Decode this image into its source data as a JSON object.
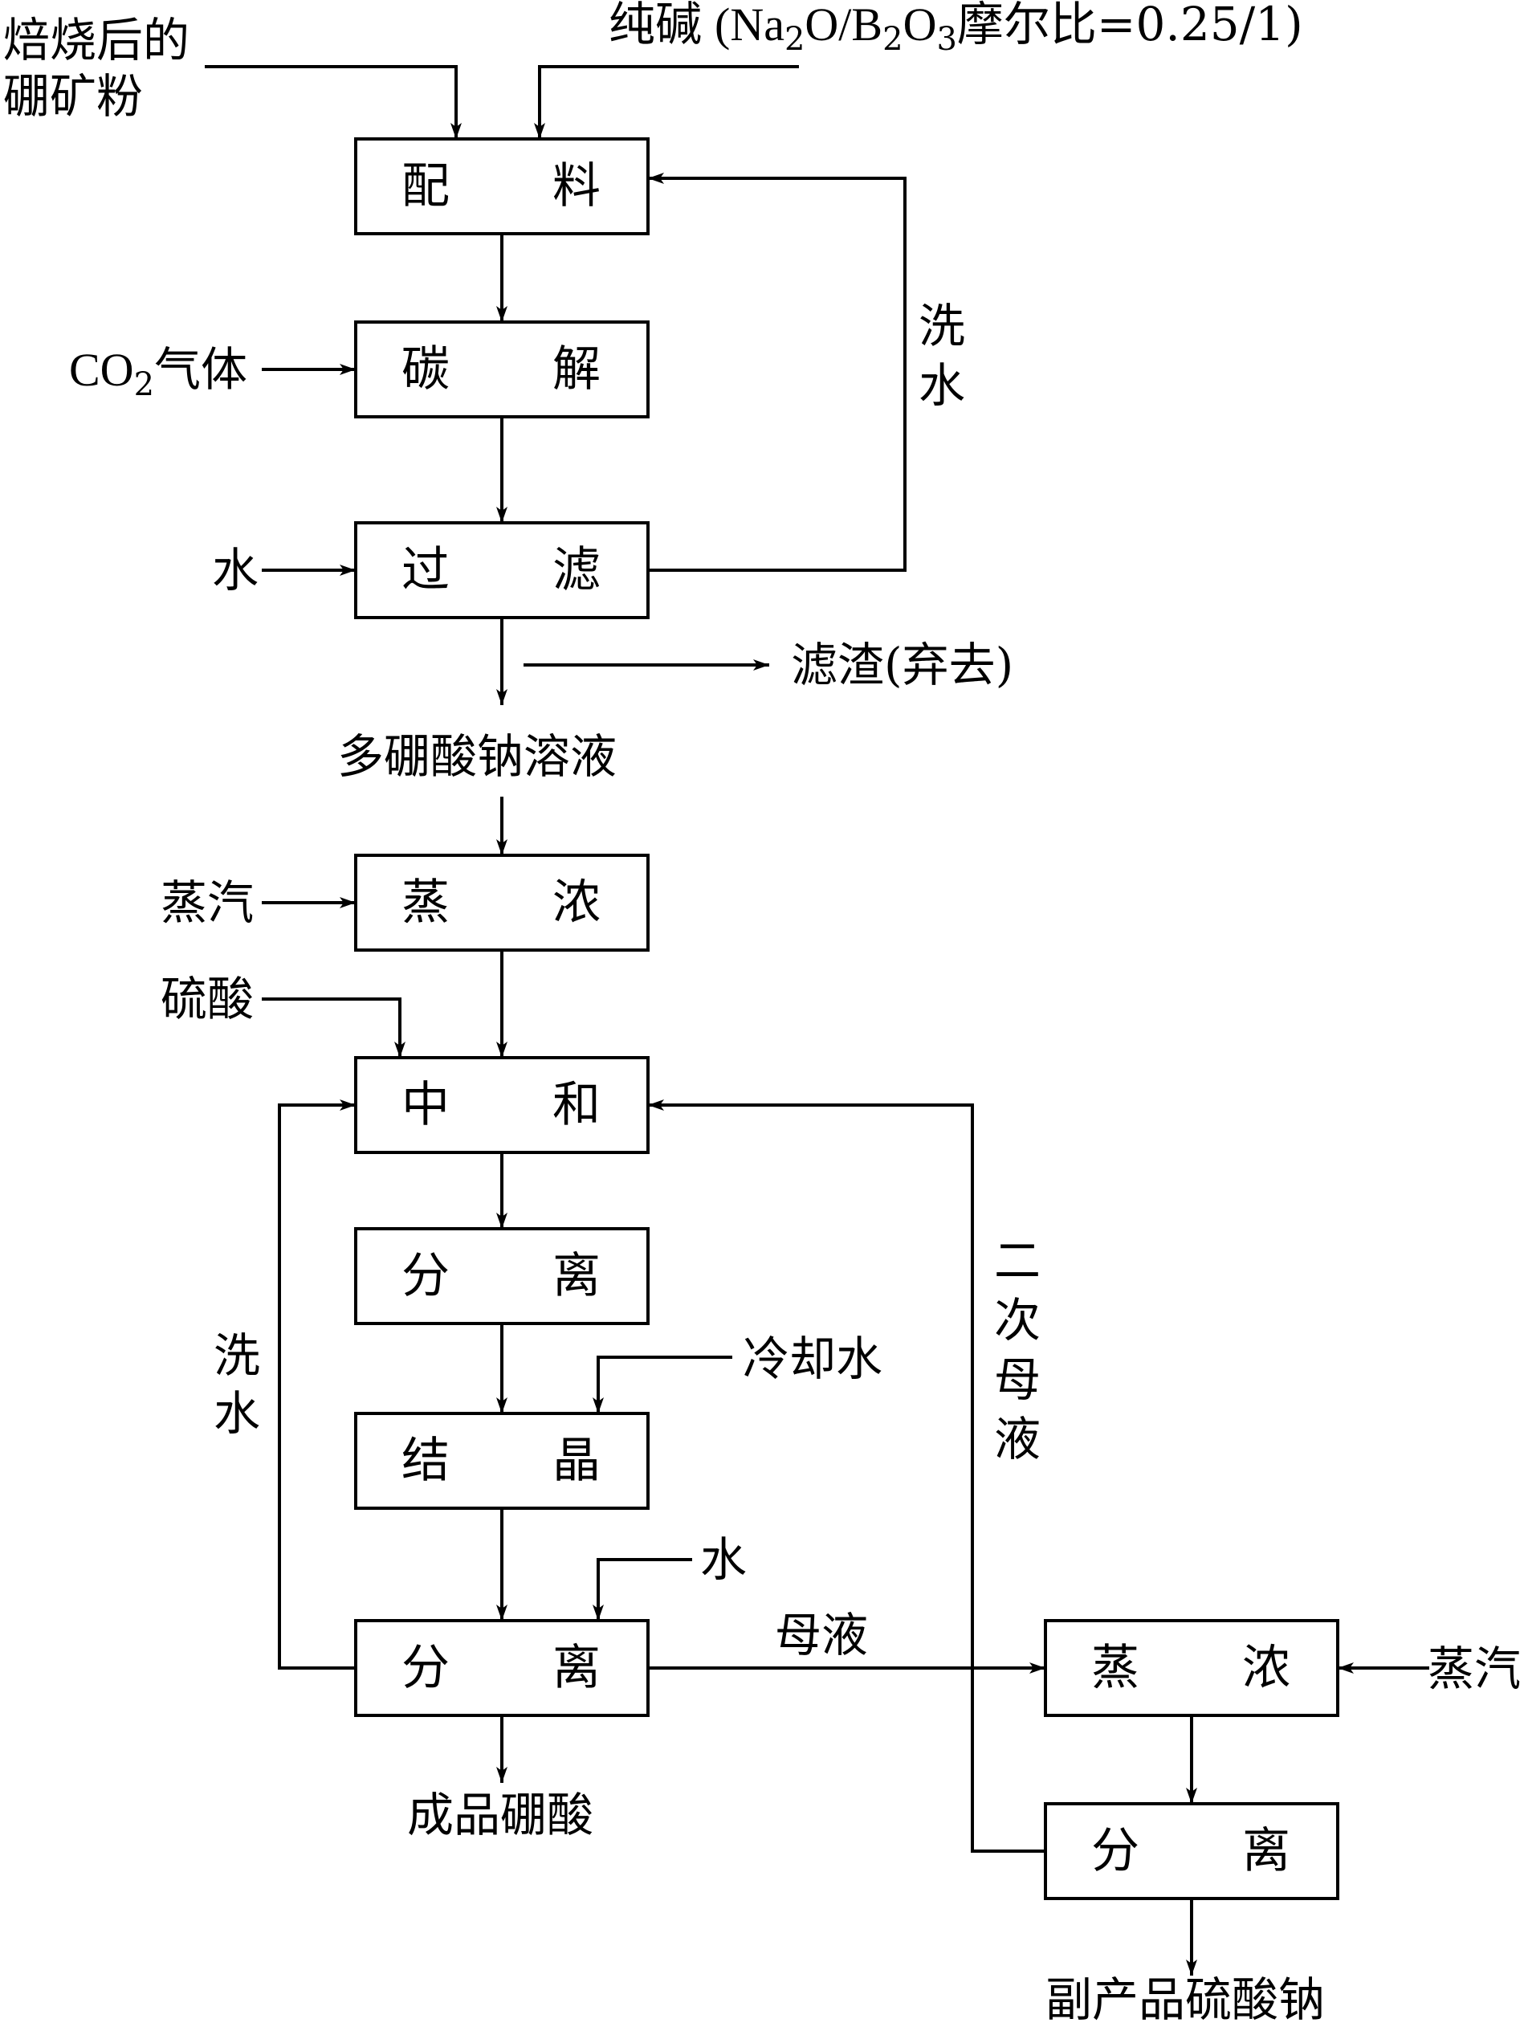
{
  "boxes": {
    "peiliao": {
      "left": "配",
      "right": "料"
    },
    "tanjie": {
      "left": "碳",
      "right": "解"
    },
    "guolv": {
      "left": "过",
      "right": "滤"
    },
    "zhengnong1": {
      "left": "蒸",
      "right": "浓"
    },
    "zhonghe": {
      "left": "中",
      "right": "和"
    },
    "fenli1": {
      "left": "分",
      "right": "离"
    },
    "jiejing": {
      "left": "结",
      "right": "晶"
    },
    "fenli2": {
      "left": "分",
      "right": "离"
    },
    "zhengnong2": {
      "left": "蒸",
      "right": "浓"
    },
    "fenli3": {
      "left": "分",
      "right": "离"
    }
  },
  "labels": {
    "roasted_line1": "焙烧后的",
    "roasted_line2": "硼矿粉",
    "soda_ash": "纯碱",
    "soda_ratio_open": "(Na",
    "soda_sub1": "2",
    "soda_ratio_mid": "O/B",
    "soda_sub2": "2",
    "soda_ratio_mid2": "O",
    "soda_sub3": "3",
    "soda_ratio_tail": "摩尔比=0.25/1)",
    "co2": "CO",
    "co2_sub": "2",
    "co2_tail": "气体",
    "water_filter": "水",
    "wash_water_top_1": "洗",
    "wash_water_top_2": "水",
    "residue": "滤渣(弃去)",
    "polyborate": "多硼酸钠溶液",
    "steam_1": "蒸汽",
    "sulfuric": "硫酸",
    "wash_water_left_1": "洗",
    "wash_water_left_2": "水",
    "cooling_water": "冷却水",
    "water_2": "水",
    "mother_liquor": "母液",
    "secondary_1": "二",
    "secondary_2": "次",
    "secondary_3": "母",
    "secondary_4": "液",
    "steam_2": "蒸汽",
    "product": "成品硼酸",
    "byproduct": "副产品硫酸钠"
  }
}
